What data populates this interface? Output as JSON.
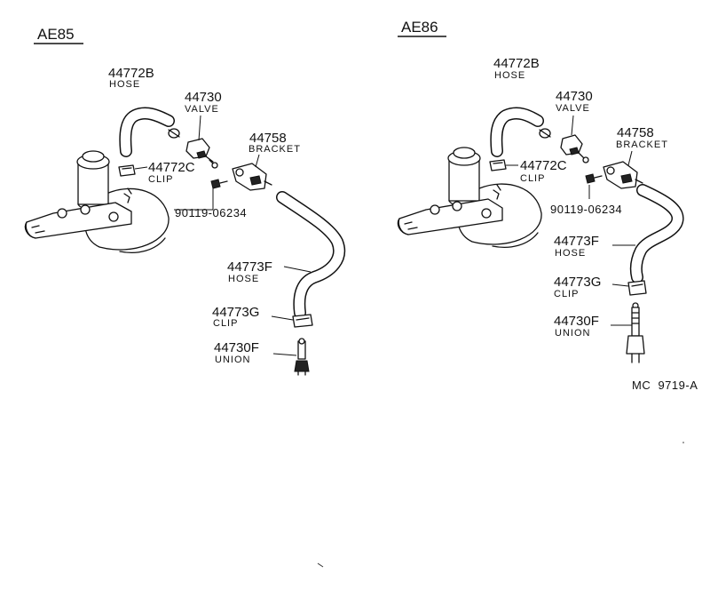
{
  "diagrams": {
    "ae85": {
      "title": "AE85",
      "parts": {
        "hose_b": {
          "number": "44772B",
          "name": "HOSE"
        },
        "valve": {
          "number": "44730",
          "name": "VALVE"
        },
        "bracket": {
          "number": "44758",
          "name": "BRACKET"
        },
        "clip_c": {
          "number": "44772C",
          "name": "CLIP"
        },
        "bolt": {
          "number": "90119-06234"
        },
        "hose_f": {
          "number": "44773F",
          "name": "HOSE"
        },
        "clip_g": {
          "number": "44773G",
          "name": "CLIP"
        },
        "union": {
          "number": "44730F",
          "name": "UNION"
        }
      }
    },
    "ae86": {
      "title": "AE86",
      "parts": {
        "hose_b": {
          "number": "44772B",
          "name": "HOSE"
        },
        "valve": {
          "number": "44730",
          "name": "VALVE"
        },
        "bracket": {
          "number": "44758",
          "name": "BRACKET"
        },
        "clip_c": {
          "number": "44772C",
          "name": "CLIP"
        },
        "bolt": {
          "number": "90119-06234"
        },
        "hose_f": {
          "number": "44773F",
          "name": "HOSE"
        },
        "clip_g": {
          "number": "44773G",
          "name": "CLIP"
        },
        "union": {
          "number": "44730F",
          "name": "UNION"
        }
      }
    }
  },
  "figure_code": "MC  9719-A"
}
